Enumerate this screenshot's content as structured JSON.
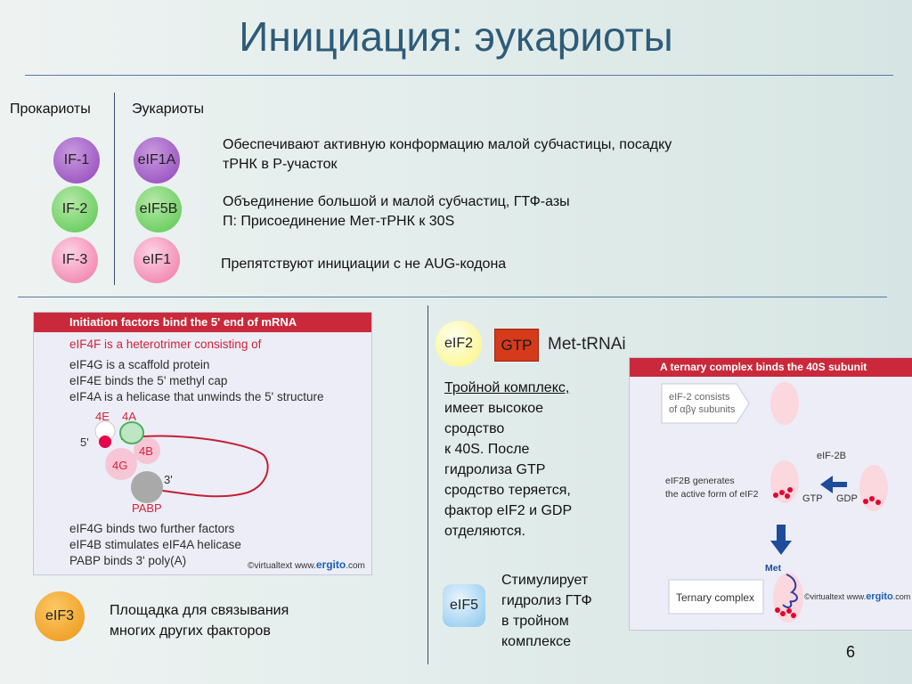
{
  "title": "Инициация: эукариоты",
  "headers": {
    "prokaryotes": "Прокариоты",
    "eukaryotes": "Эукариоты"
  },
  "factors": [
    {
      "prok": "IF-1",
      "euk": "eIF1A",
      "desc1": "Обеспечивают активную конформацию малой субчастицы, посадку",
      "desc2": "тРНК в Р-участок"
    },
    {
      "prok": "IF-2",
      "euk": "eIF5B",
      "desc1": "Объединение большой и малой субчастиц, ГТФ-азы",
      "desc2": "П: Присоединение Мет-тРНК к 30S"
    },
    {
      "prok": "IF-3",
      "euk": "eIF1",
      "desc1": "Препятствуют инициации с не AUG-кодона",
      "desc2": ""
    }
  ],
  "figure_left": {
    "header": "Initiation factors bind the 5' end of mRNA",
    "lines": [
      "eIF4F is a heterotrimer consisting of",
      "eIF4G is a scaffold protein",
      "eIF4E binds the 5' methyl cap",
      "eIF4A is a helicase that unwinds the 5' structure"
    ],
    "labels": {
      "e4E": "4E",
      "e4A": "4A",
      "five": "5'",
      "e4B": "4B",
      "e4G": "4G",
      "three": "3'",
      "pabp": "PABP"
    },
    "bottom_lines": [
      "eIF4G binds two further factors",
      "eIF4B stimulates eIF4A helicase",
      "PABP binds 3' poly(A)"
    ],
    "credit_a": "©virtualtext",
    "credit_b": "www.",
    "credit_c": "ergito",
    "credit_d": ".com"
  },
  "ternary": {
    "eif2": "eIF2",
    "gtp": "GTP",
    "met": "Met-tRNAi",
    "para": [
      "Тройной комплекс,",
      "имеет высокое",
      "сродство",
      "к 40S. После",
      "гидролиза GTP",
      "сродство теряется,",
      "фактор eIF2 и GDP",
      "отделяются."
    ]
  },
  "eif5": {
    "label": "eIF5",
    "text": [
      "Стимулирует",
      "гидролиз ГТФ",
      "в тройном",
      "комплексе"
    ]
  },
  "eif3": {
    "label": "eIF3",
    "text": [
      "Площадка для связывания",
      "многих других факторов"
    ]
  },
  "figure_right": {
    "header": "A ternary complex binds the 40S subunit",
    "eif2_line1": "eIF-2 consists",
    "eif2_line2": "of αβγ subunits",
    "eif2b": "eIF-2B",
    "gen_line1": "eIF2B generates",
    "gen_line2": "the active form of eIF2",
    "gtp": "GTP",
    "gdp": "GDP",
    "met": "Met",
    "ternary": "Ternary complex",
    "credit_a": "©virtualtext",
    "credit_b": "www.",
    "credit_c": "ergito",
    "credit_d": ".com"
  },
  "page_number": "6"
}
